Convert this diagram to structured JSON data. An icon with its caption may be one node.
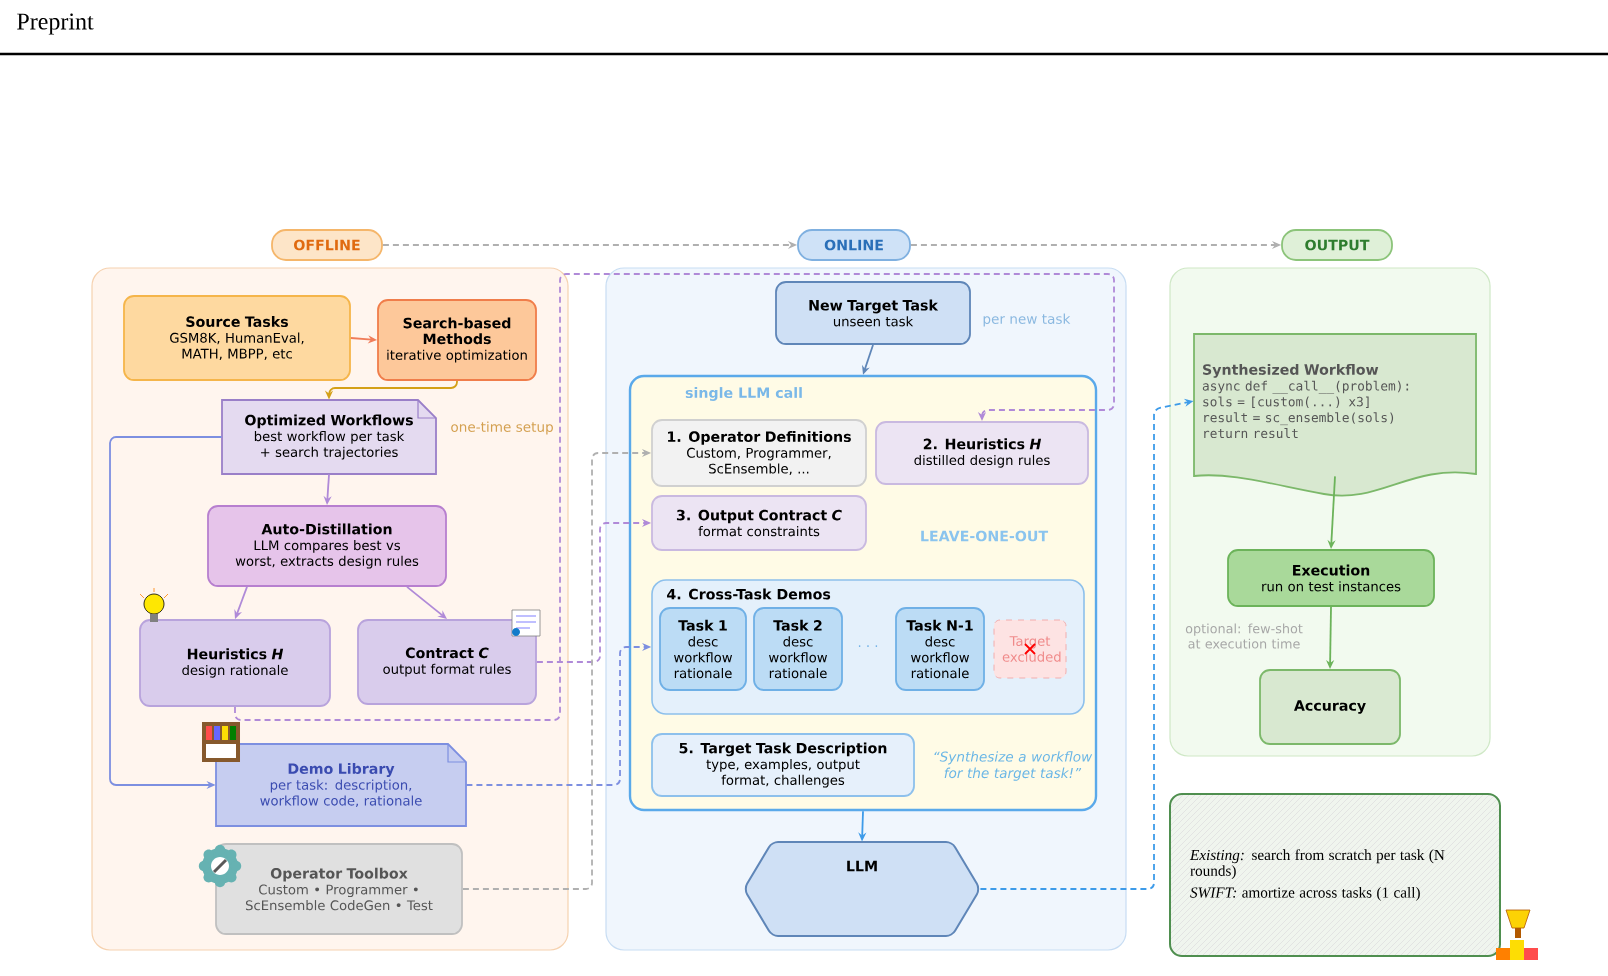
{
  "diagram": {
    "nodes": [
      {
        "text": [
          "OFFLINE"
        ]
      },
      {
        "text": [
          "ONLINE"
        ]
      },
      {
        "text": [
          "OUTPUT"
        ]
      },
      {
        "text": [],
        "shape": "box"
      },
      {
        "text": [],
        "shape": "box"
      },
      {
        "text": [],
        "shape": "box"
      },
      {
        "text": [
          "Source Tasks",
          "GSM8K, HumanEval, MATH, MBPP, etc"
        ],
        "in": 3
      },
      {
        "text": [
          "Search-based Methods",
          "iterative optimization"
        ],
        "in": 3
      },
      {
        "text": [
          "Optimized Workflows",
          "best workflow per task + search trajectories"
        ],
        "beside": [
          "one-time setup"
        ],
        "in": 3
      },
      {
        "text": [
          "Auto-Distillation",
          "LLM compares best vs worst, extracts design rules"
        ],
        "in": 3
      },
      {
        "text": [
          "Heuristics *H*",
          "design rationale"
        ],
        "in": 3
      },
      {
        "text": [
          "Contract *C*",
          "output format rules"
        ],
        "in": 3
      },
      {
        "text": [
          "Demo Library",
          "per task: description, workflow code, rationale"
        ],
        "in": 3
      },
      {
        "text": [
          "Operator Toolbox",
          "Custom • Programmer • ScEnsemble CodeGen • Test"
        ],
        "in": 3
      },
      {
        "text": [
          "New Target Task",
          "unseen task"
        ],
        "beside": [
          "per new task"
        ],
        "in": 4
      },
      {
        "text": [
          "single LLM call",
          "LEAVE-ONE-OUT"
        ],
        "in": 4
      },
      {
        "text": [
          "1. Operator Definitions",
          "Custom, Programmer, ScEnsemble, ..."
        ],
        "in": 15
      },
      {
        "text": [
          "2. Heuristics *H*",
          "distilled design rules"
        ],
        "in": 15
      },
      {
        "text": [
          "3. Output Contract *C*",
          "format constraints"
        ],
        "in": 15
      },
      {
        "text": [
          "4. Cross-Task Demos"
        ],
        "in": 15
      },
      {
        "text": [
          "Task 1",
          "desc workflow rationale"
        ],
        "in": 19
      },
      {
        "text": [
          "Task 2",
          "desc workflow rationale"
        ],
        "in": 19
      },
      {
        "text": [
          "Task N-1",
          "desc workflow rationale"
        ],
        "in": 19
      },
      {
        "text": [
          "Target excluded"
        ],
        "in": 19
      },
      {
        "text": [
          "5. Target Task Description",
          "type, examples, output format, challenges"
        ],
        "beside": [
          "“Synthesize a workflow for the target task!”"
        ],
        "in": 15
      },
      {
        "text": [
          "LLM"
        ],
        "in": 4
      },
      {
        "text": [
          "Synthesized Workflow",
          "async def __call__(problem):",
          "sols = [custom(...) x3]",
          "result = sc_ensemble(sols)",
          "return result"
        ],
        "in": 5
      },
      {
        "text": [
          "Execution",
          "run on test instances"
        ],
        "in": 5
      },
      {
        "text": [
          "Accuracy"
        ],
        "in": 5
      },
      {
        "text": [
          "*Existing:* search from scratch per task (N rounds)",
          "*SWIFT:* amortize across tasks (1 call)"
        ]
      }
    ],
    "edges": [
      {
        "from": 0,
        "to": 1,
        "arrow": "to",
        "style": "dashed",
        "color": "#b0b0b0"
      },
      {
        "from": 1,
        "to": 2,
        "arrow": "to",
        "style": "dashed",
        "color": "#b0b0b0"
      },
      {
        "from": 6,
        "to": 7,
        "arrow": "to",
        "color": "#f07d5a"
      },
      {
        "from": 7,
        "to": 8,
        "arrow": "to",
        "color": "#d4a017"
      },
      {
        "from": 8,
        "to": 9,
        "arrow": "to"
      },
      {
        "from": 9,
        "to": 10,
        "arrow": "to"
      },
      {
        "from": 9,
        "to": 11,
        "arrow": "to"
      },
      {
        "from": 8,
        "to": 12,
        "arrow": "to",
        "color": "#7d8fe0"
      },
      {
        "from": 10,
        "to": 17,
        "arrow": "to",
        "style": "dashed"
      },
      {
        "from": 11,
        "to": 18,
        "arrow": "to",
        "style": "dashed"
      },
      {
        "from": 12,
        "to": 19,
        "arrow": "to",
        "style": "dashed",
        "color": "#7d8fe0"
      },
      {
        "from": 13,
        "to": 16,
        "arrow": "to",
        "style": "dashed",
        "color": "#b0b0b0"
      },
      {
        "from": 14,
        "to": 15,
        "arrow": "to",
        "color": "#5f86b8"
      },
      {
        "from": 15,
        "to": 25,
        "arrow": "to",
        "color": "#3d9be9"
      },
      {
        "from": 25,
        "to": 26,
        "arrow": "to",
        "style": "dashed",
        "color": "#3d9be9"
      },
      {
        "from": 26,
        "to": 27,
        "arrow": "to",
        "color": "#6cb35a"
      },
      {
        "from": 27,
        "to": 28,
        "arrow": "to",
        "color": "#6cb35a",
        "label": "optional: few-shot at execution time"
      }
    ],
    "labels": [
      "Preprint",
      "· · ·"
    ]
  }
}
